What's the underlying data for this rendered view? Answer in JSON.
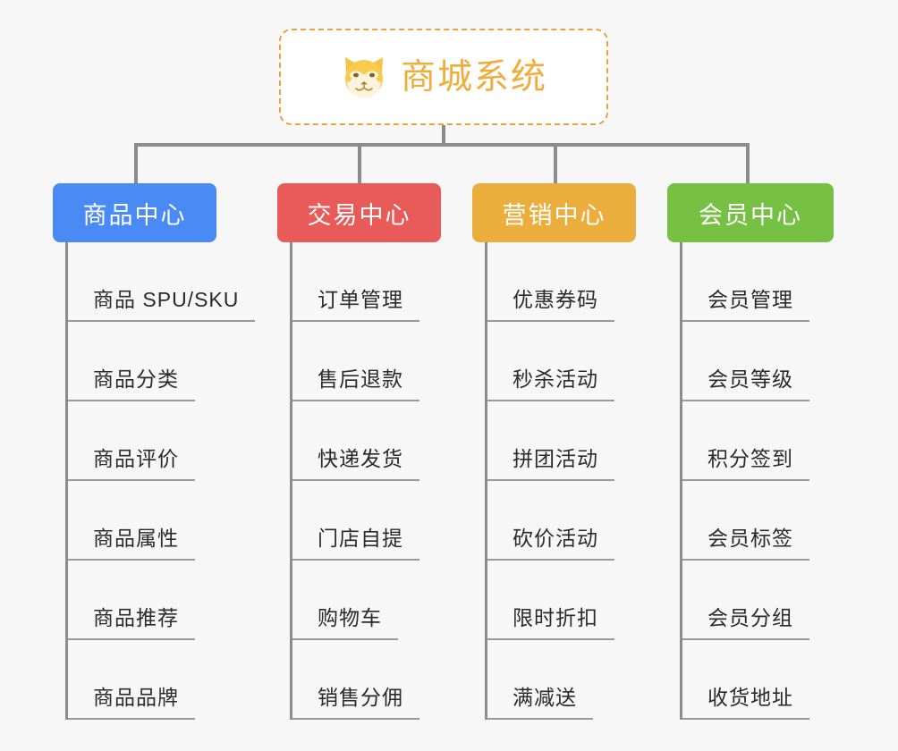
{
  "page": {
    "background_color": "#f7f7f7",
    "type": "mindmap"
  },
  "root": {
    "title": "商城系统",
    "icon": "shiba-dog-face-icon",
    "border_color": "#e8a33d",
    "text_color": "#f0ad3c",
    "background_color": "#ffffff"
  },
  "branches": [
    {
      "label": "商品中心",
      "color": "#4a8af4",
      "items": [
        "商品 SPU/SKU",
        "商品分类",
        "商品评价",
        "商品属性",
        "商品推荐",
        "商品品牌"
      ]
    },
    {
      "label": "交易中心",
      "color": "#e95b58",
      "items": [
        "订单管理",
        "售后退款",
        "快递发货",
        "门店自提",
        "购物车",
        "销售分佣"
      ]
    },
    {
      "label": "营销中心",
      "color": "#ebae3c",
      "items": [
        "优惠券码",
        "秒杀活动",
        "拼团活动",
        "砍价活动",
        "限时折扣",
        "满减送"
      ]
    },
    {
      "label": "会员中心",
      "color": "#76c043",
      "items": [
        "会员管理",
        "会员等级",
        "积分签到",
        "会员标签",
        "会员分组",
        "收货地址"
      ]
    }
  ],
  "connector": {
    "color": "#8c8c8c"
  }
}
